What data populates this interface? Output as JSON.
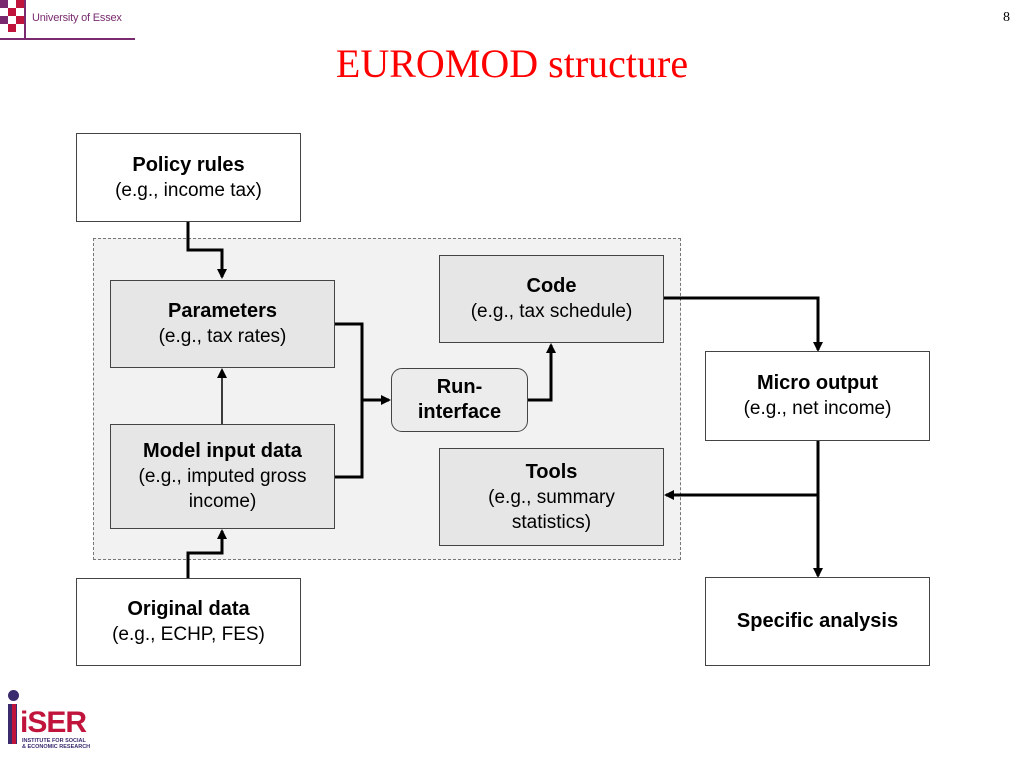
{
  "header": {
    "university_logo_text": "University of Essex",
    "slide_number": "8",
    "title": "EUROMOD structure"
  },
  "diagram": {
    "policy_rules": {
      "title": "Policy rules",
      "subtitle": "(e.g., income tax)"
    },
    "parameters": {
      "title": "Parameters",
      "subtitle": "(e.g., tax rates)"
    },
    "model_input_data": {
      "title": "Model input data",
      "subtitle_line1": "(e.g., imputed gross",
      "subtitle_line2": "income)"
    },
    "original_data": {
      "title": "Original data",
      "subtitle": "(e.g., ECHP, FES)"
    },
    "run_interface": {
      "line1": "Run-",
      "line2": "interface"
    },
    "code": {
      "title": "Code",
      "subtitle": "(e.g., tax schedule)"
    },
    "tools": {
      "title": "Tools",
      "subtitle_line1": "(e.g., summary",
      "subtitle_line2": "statistics)"
    },
    "micro_output": {
      "title": "Micro output",
      "subtitle": "(e.g., net income)"
    },
    "specific_analysis": {
      "title": "Specific analysis"
    }
  },
  "footer": {
    "iser_logo_text": "iSER",
    "iser_subtitle_line1": "INSTITUTE FOR SOCIAL",
    "iser_subtitle_line2": "& ECONOMIC RESEARCH"
  },
  "colors": {
    "title": "#ff0000",
    "essex_purple": "#7a2a6e",
    "iser_red": "#c0143c",
    "iser_navy": "#3a2a6e",
    "box_grey": "#e6e6e6",
    "region_bg": "#f2f2f2"
  }
}
